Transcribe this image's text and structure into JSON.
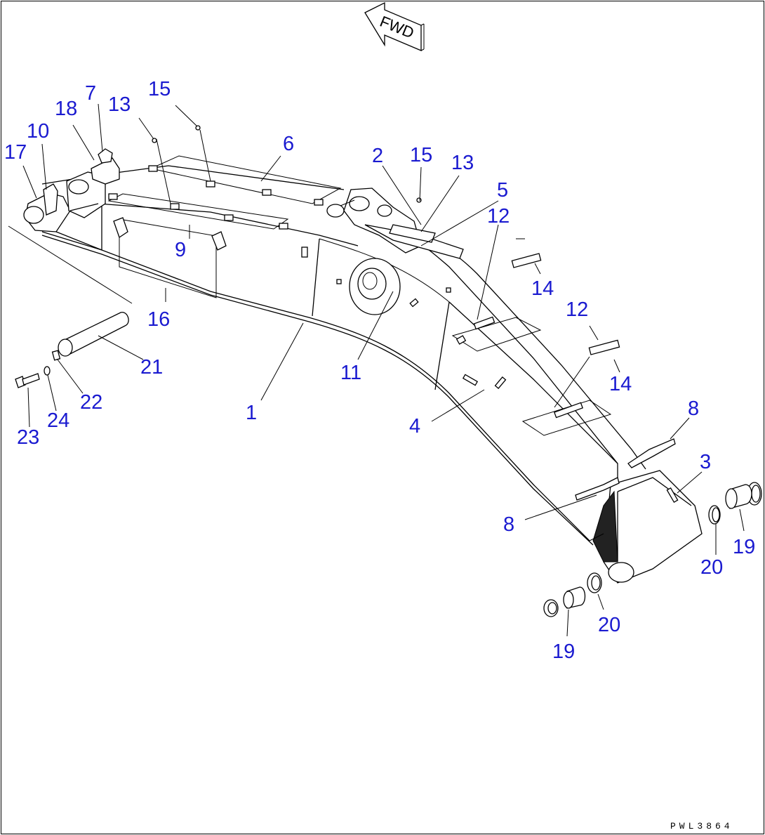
{
  "direction_label": "FWD",
  "drawing_code": "PWL3864",
  "callouts": {
    "c1": "1",
    "c2": "2",
    "c3": "3",
    "c4": "4",
    "c5": "5",
    "c6": "6",
    "c7": "7",
    "c8a": "8",
    "c8b": "8",
    "c9": "9",
    "c10": "10",
    "c11": "11",
    "c12a": "12",
    "c12b": "12",
    "c13a": "13",
    "c13b": "13",
    "c14a": "14",
    "c14b": "14",
    "c15a": "15",
    "c15b": "15",
    "c16": "16",
    "c17": "17",
    "c18": "18",
    "c19a": "19",
    "c19b": "19",
    "c20a": "20",
    "c20b": "20",
    "c21": "21",
    "c22": "22",
    "c23": "23",
    "c24": "24"
  },
  "colors": {
    "callout": "#1a1ad0",
    "line": "#000000",
    "background": "#ffffff"
  }
}
